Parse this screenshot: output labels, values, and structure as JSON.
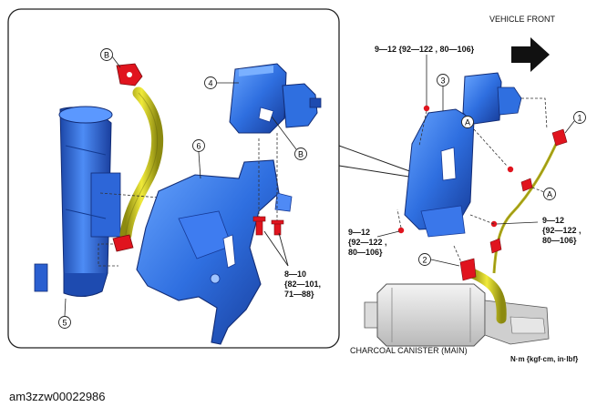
{
  "diagram": {
    "vehicle_front_label": "VEHICLE FRONT",
    "unit_label": "N·m {kgf·cm, in·lbf}",
    "main_component_label": "CHARCOAL CANISTER (MAIN)",
    "figure_id": "am3zzw00022986",
    "callouts": {
      "c1": "1",
      "c2": "2",
      "c3": "3",
      "c4": "4",
      "c5": "5",
      "c6": "6",
      "A1": "A",
      "A2": "A",
      "B1": "B",
      "B2": "B"
    },
    "torques": {
      "top_line1": "9—12 {92—122 , 80—106}",
      "left_line1": "9—12",
      "left_line2": "{92—122 ,",
      "left_line3": "80—106}",
      "right_line1": "9—12",
      "right_line2": "{92—122 ,",
      "right_line3": "80—106}",
      "bottom_line1": "8—10",
      "bottom_line2": "{82—101,",
      "bottom_line3": "71—88}"
    },
    "colors": {
      "blue_part": "#2f6fe0",
      "blue_dark": "#1a3f9e",
      "red_part": "#e0141e",
      "yellow_hose": "#c8c21a",
      "outline": "#222222"
    }
  }
}
